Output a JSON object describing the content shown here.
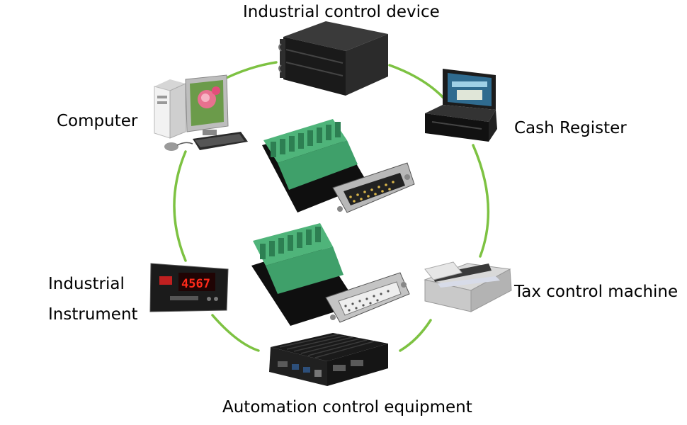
{
  "labels": {
    "industrial_control_device": "Industrial control device",
    "computer": "Computer",
    "cash_register": "Cash Register",
    "industrial": "Industrial",
    "instrument": "Instrument",
    "tax_control_machine": "Tax control machine",
    "automation_control_equipment": "Automation control equipment"
  },
  "instrument_display": "4567",
  "colors": {
    "ring": "#7dc242",
    "terminal_green": "#4fb47a",
    "device_black": "#1e1e1e",
    "display_red": "#ff2a1a"
  },
  "icons": [
    "server-rack-icon",
    "desktop-computer-icon",
    "laptop-icon",
    "panel-meter-icon",
    "printer-icon",
    "fanless-pc-icon",
    "db25-male-breakout-icon",
    "db25-female-breakout-icon"
  ]
}
